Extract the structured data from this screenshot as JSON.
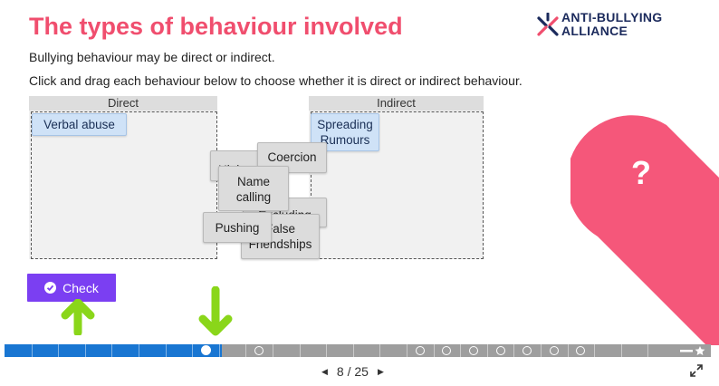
{
  "header": {
    "title": "The types of behaviour involved",
    "logo_line1": "ANTI-BULLYING",
    "logo_line2": "ALLIANCE"
  },
  "intro": "Bullying behaviour may be direct or indirect.",
  "instruction": "Click and drag each behaviour below to choose whether it is direct or indirect behaviour.",
  "zones": {
    "direct": {
      "label": "Direct",
      "placed": [
        "Verbal abuse"
      ]
    },
    "indirect": {
      "label": "Indirect",
      "placed": [
        "Spreading\nRumours"
      ]
    }
  },
  "draggables": {
    "hitting": "Hitting",
    "coercion": "Coercion",
    "name_calling": "Name calling",
    "excluding": "Excluding",
    "false_friendships": "False Friendships",
    "pushing": "Pushing"
  },
  "check_label": "Check",
  "question_mark": "?",
  "pager": {
    "current": "8",
    "separator": "/",
    "total": "25"
  },
  "progress": {
    "current_slide": 8,
    "total_slides": 25
  },
  "colors": {
    "title": "#f04e6e",
    "check": "#7b3ff2",
    "progress_done": "#1976d2",
    "hint": "#f5577a",
    "annotation": "#8ad61a"
  }
}
